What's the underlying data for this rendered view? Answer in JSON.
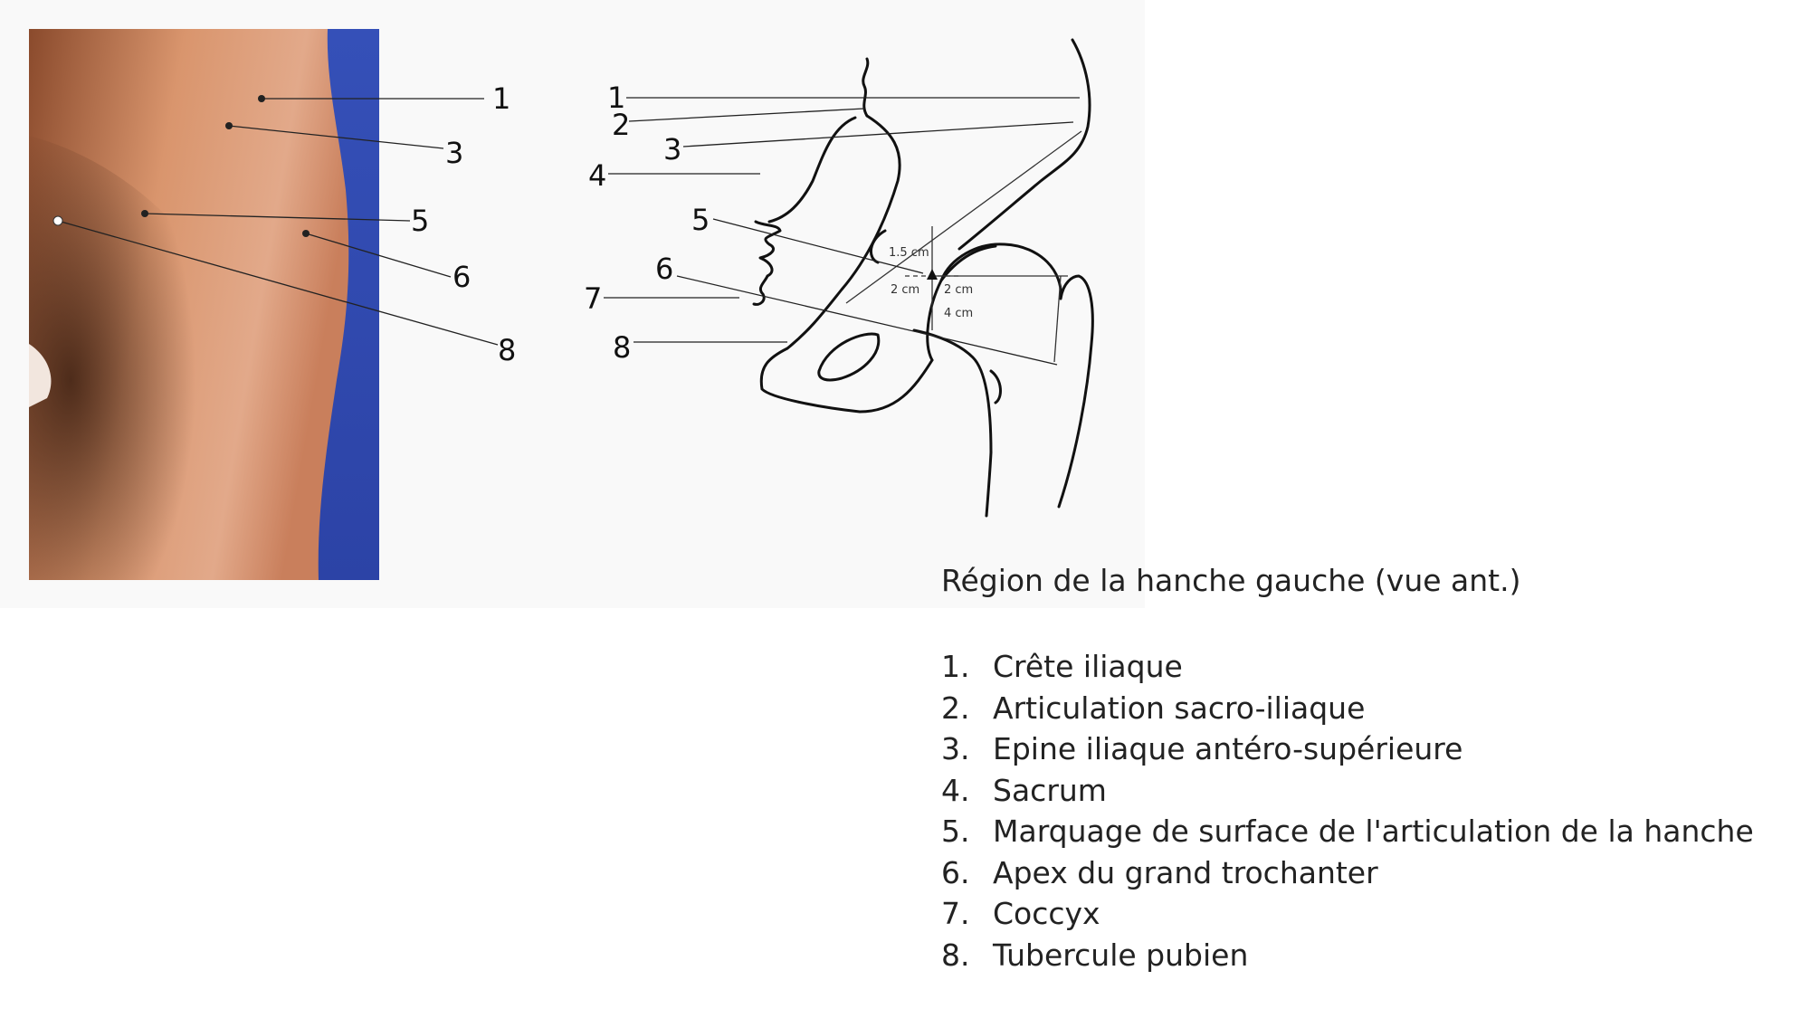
{
  "photo_labels": [
    "1",
    "3",
    "5",
    "6",
    "8"
  ],
  "drawing_labels": [
    "1",
    "2",
    "3",
    "4",
    "5",
    "6",
    "7",
    "8"
  ],
  "dimensions": [
    "1.5 cm",
    "2 cm",
    "2 cm",
    "4 cm"
  ],
  "legend": {
    "title": "Région de la hanche gauche (vue ant.)",
    "items": [
      {
        "num": "1.",
        "label": "Crête iliaque"
      },
      {
        "num": "2.",
        "label": "Articulation sacro-iliaque"
      },
      {
        "num": "3.",
        "label": "Epine iliaque antéro-supérieure"
      },
      {
        "num": "4.",
        "label": "Sacrum"
      },
      {
        "num": "5.",
        "label": "Marquage de surface de l'articulation de la hanche"
      },
      {
        "num": "6.",
        "label": "Apex du grand trochanter"
      },
      {
        "num": "7.",
        "label": "Coccyx"
      },
      {
        "num": "8.",
        "label": "Tubercule pubien"
      }
    ]
  }
}
